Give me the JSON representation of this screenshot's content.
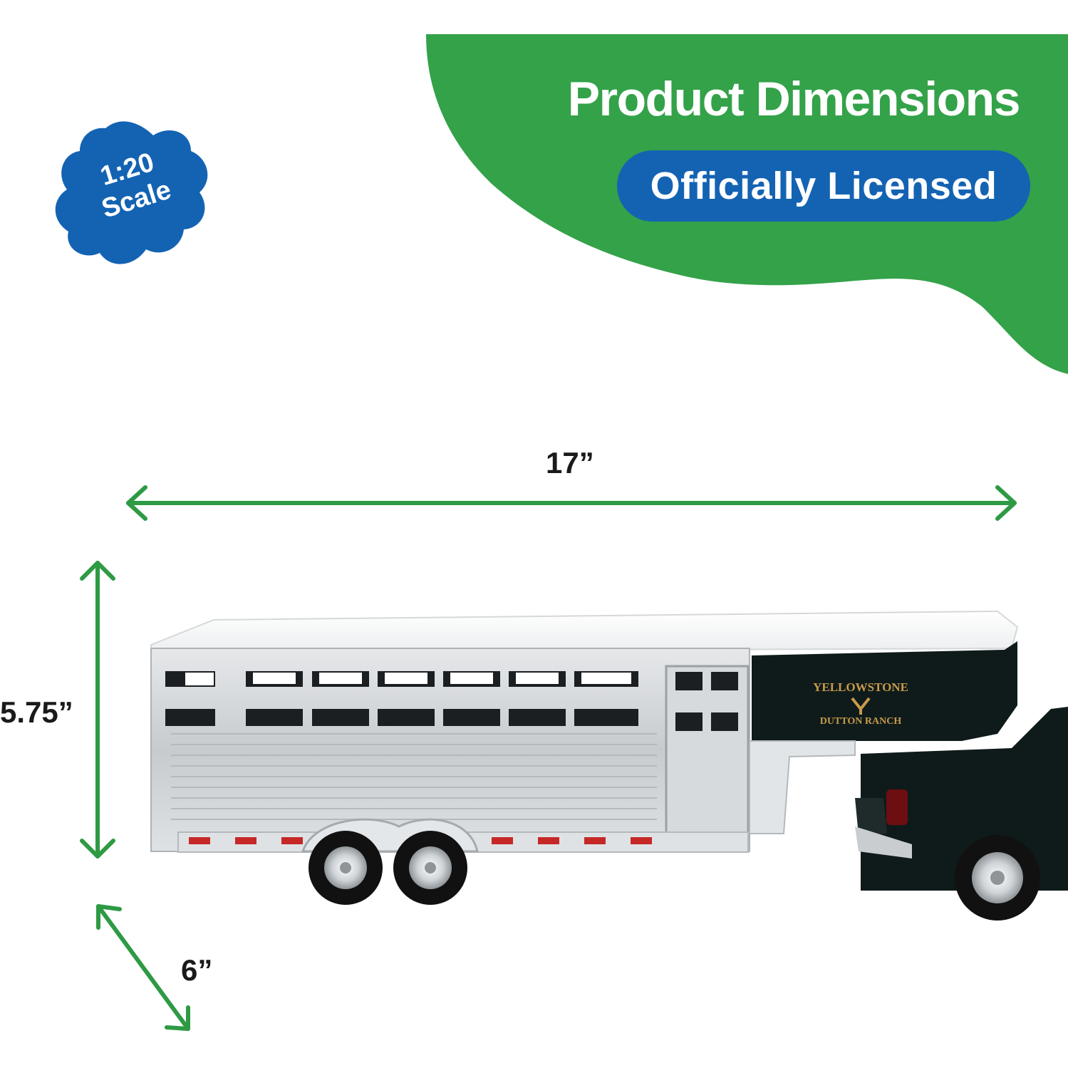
{
  "header": {
    "title": "Product Dimensions",
    "license_label": "Officially Licensed"
  },
  "badge": {
    "line1": "1:20",
    "line2": "Scale"
  },
  "dimensions": {
    "length": "17”",
    "height": "5.75”",
    "depth": "6”"
  },
  "product": {
    "logo_top": "YELLOWSTONE",
    "logo_bottom": "DUTTON RANCH"
  },
  "colors": {
    "accent_green": "#33a249",
    "badge_blue": "#1463b3",
    "arrow_green": "#2e9a44"
  }
}
